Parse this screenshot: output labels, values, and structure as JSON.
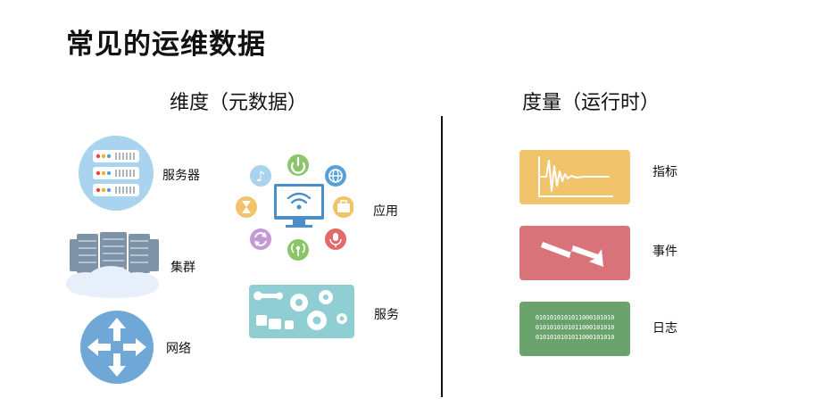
{
  "title": "常见的运维数据",
  "metadata": {
    "title": "维度（元数据）",
    "items": {
      "server": "服务器",
      "cluster": "集群",
      "network": "网络",
      "application": "应用",
      "service": "服务"
    }
  },
  "runtime": {
    "title": "度量（运行时）",
    "items": {
      "metrics": "指标",
      "events": "事件",
      "logs": "日志"
    },
    "log_lines": [
      "0101010101011000101010",
      "0101010101011000101010",
      "0101010101011000101010"
    ]
  },
  "colors": {
    "metrics": "#f1c36b",
    "events": "#d9737a",
    "logs": "#6ba36c",
    "server": "#a9d3ee",
    "network": "#6fa7d6",
    "service": "#8fcfd3"
  }
}
